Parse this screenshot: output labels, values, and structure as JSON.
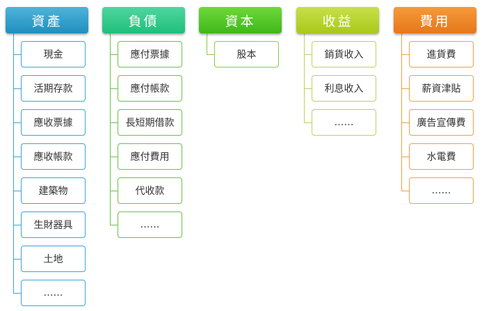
{
  "columns": [
    {
      "title": "資產",
      "items": [
        "現金",
        "活期存款",
        "應收票據",
        "應收帳款",
        "建築物",
        "生財器具",
        "土地",
        "……"
      ],
      "head_color_top": "#4fb3d9",
      "head_color_bottom": "#1f8fbf",
      "line_color": "#3aa6d0"
    },
    {
      "title": "負債",
      "items": [
        "應付票據",
        "應付帳款",
        "長短期借款",
        "應付費用",
        "代收款",
        "……"
      ],
      "head_color_top": "#4fd6a0",
      "head_color_bottom": "#1fbf7a",
      "line_color": "#6dbf4a"
    },
    {
      "title": "資本",
      "items": [
        "股本"
      ],
      "head_color_top": "#6fd83a",
      "head_color_bottom": "#3fb81a",
      "line_color": "#8acb4a"
    },
    {
      "title": "收益",
      "items": [
        "銷貨收入",
        "利息收入",
        "……"
      ],
      "head_color_top": "#c8e04a",
      "head_color_bottom": "#a9c81a",
      "line_color": "#c0d060"
    },
    {
      "title": "費用",
      "items": [
        "進貨費",
        "薪資津貼",
        "廣告宣傳費",
        "水電費",
        "……"
      ],
      "head_color_top": "#f59a3a",
      "head_color_bottom": "#e6771a",
      "line_color": "#f0a040"
    }
  ]
}
